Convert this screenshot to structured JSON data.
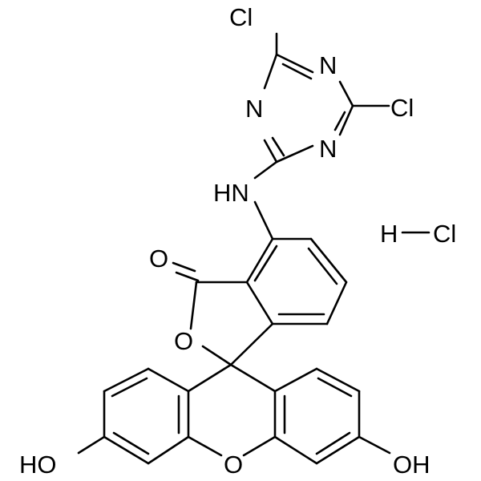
{
  "structure": {
    "atoms": {
      "cl_top": "Cl",
      "n_ring_top": "N",
      "cl_right": "Cl",
      "n_ring_left": "N",
      "n_ring_bottom": "N",
      "nh": "HN",
      "carbonyl_o": "O",
      "lactone_o": "O",
      "xanthene_o": "O",
      "oh_left": "HO",
      "oh_right": "OH"
    },
    "salt": {
      "h": "H",
      "cl": "Cl"
    }
  }
}
